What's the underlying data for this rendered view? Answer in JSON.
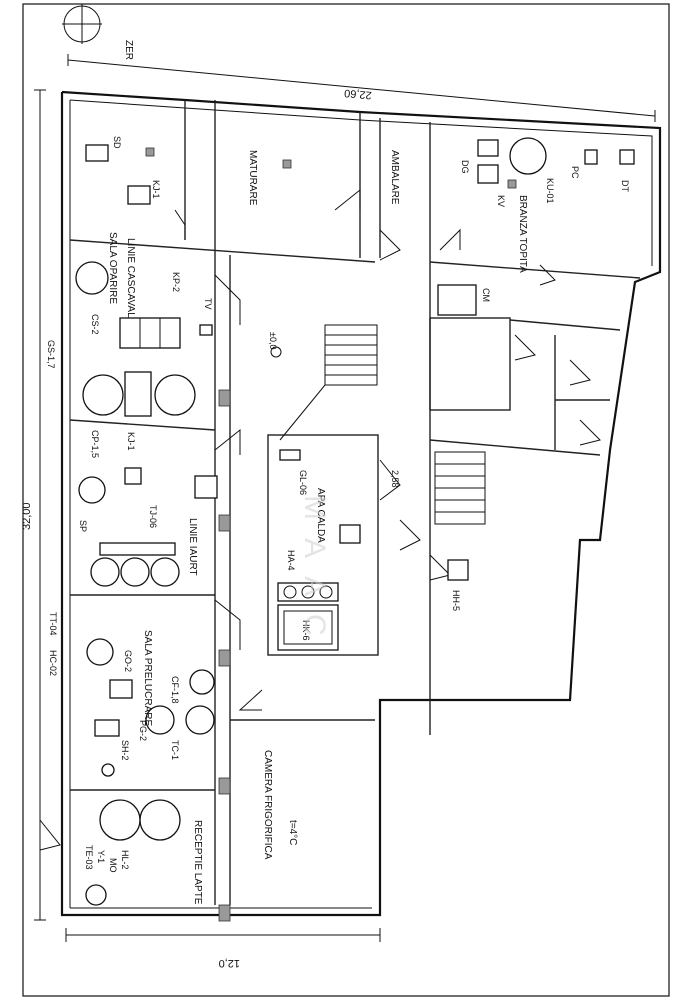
{
  "north_label": "ZER",
  "dimensions": {
    "top": "22,60",
    "left": "32,00",
    "bottom": "12,0"
  },
  "level_mark": "±0,0",
  "stair_mark": "2,58",
  "watermark": "MAAC",
  "rooms": {
    "maturare": "MATURARE",
    "ambalare": "AMBALARE",
    "sala_oparire": "SALA OPARIRE",
    "linie_cascaval": "LINIE CASCAVAL",
    "linie_iaurt": "LINIE IAURT",
    "apa_calda": "APA CALDA",
    "sala_prelucrare": "SALA PRELUCRARE",
    "receptie_lapte": "RECEPTIE LAPTE",
    "camera_frigorifica": "CAMERA FRIGORIFICA",
    "camera_temp": "t=4°C",
    "branza_topita": "BRANZA TOPITA"
  },
  "equipment": {
    "sd": "SD",
    "kj1_top": "KJ-1",
    "kp2": "KP-2",
    "tv": "TV",
    "cs2": "CS-2",
    "gs17": "GS-1,7",
    "cp15": "CP-1,5",
    "kj1_mid": "KJ-1",
    "sp": "SP",
    "tj06": "TJ-06",
    "gl06": "GL-06",
    "ha4": "HA-4",
    "hk6": "HK-6",
    "hh5": "HH-5",
    "hc02": "HC-02",
    "tt04": "TT-04",
    "go2": "GO-2",
    "sh2": "SH-2",
    "pg2": "PG-2",
    "tc1": "TC-1",
    "cf18": "CF-1,8",
    "te03": "TE-03",
    "y1": "Y-1",
    "mo": "MO",
    "hl2": "HL-2",
    "dg": "DG",
    "kv": "KV",
    "ku01": "KU-01",
    "pc": "PC",
    "dt": "DT",
    "cm": "CM"
  }
}
